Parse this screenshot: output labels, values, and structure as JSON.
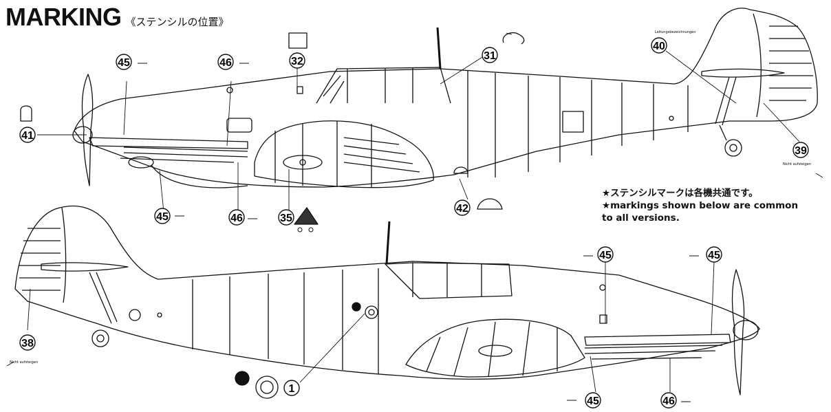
{
  "header": {
    "title": "MARKING",
    "subtitle": "《ステンシルの位置》"
  },
  "note": {
    "line_jp": "★ステンシルマークは各機共通です。",
    "line_en_1": "★markings shown below are common",
    "line_en_2": "to all versions."
  },
  "callouts_top": [
    "45",
    "46",
    "32",
    "31",
    "40",
    "41",
    "39",
    "45",
    "46",
    "35",
    "42"
  ],
  "callouts_bottom": [
    "45",
    "45",
    "38",
    "1",
    "45",
    "46"
  ],
  "tiny_labels": {
    "t40": "Leitungsbezeichnungen",
    "t39": "Nicht aufsteigen",
    "t38": "Nicht aufsteigen"
  }
}
